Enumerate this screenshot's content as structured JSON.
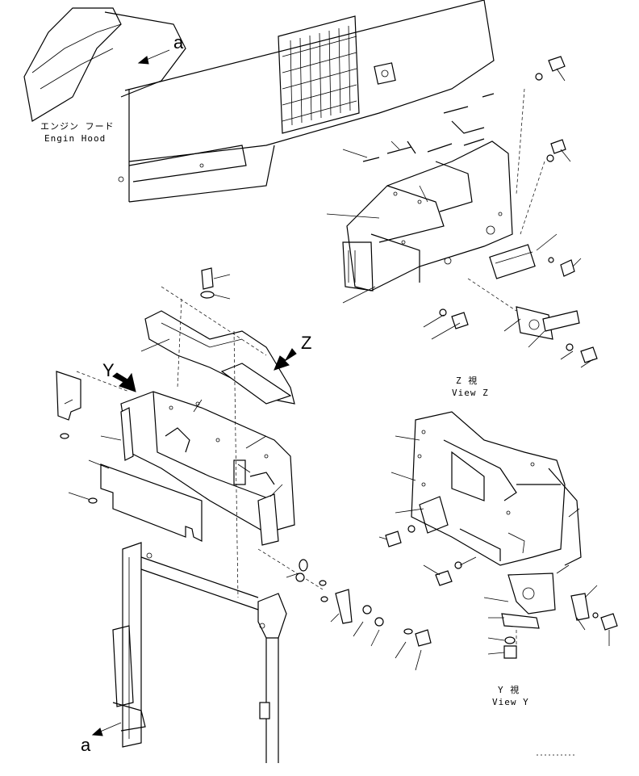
{
  "labels": {
    "engine_hood_jp": "エンジン フード",
    "engine_hood_en": "Engin Hood",
    "view_z_jp": "Z 視",
    "view_z_en": "View Z",
    "view_y_jp": "Y 視",
    "view_y_en": "View Y",
    "marker_a_top": "a",
    "marker_a_bottom": "a",
    "marker_y": "Y",
    "marker_z": "Z"
  },
  "icons": {
    "view_arrow": "bold-arrow-icon",
    "ref_arrow": "thin-arrow-icon"
  }
}
